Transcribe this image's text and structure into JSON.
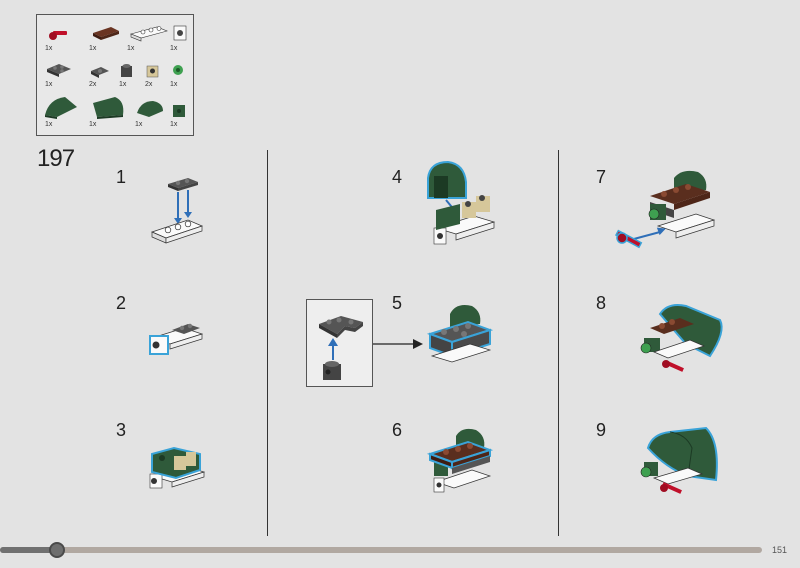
{
  "page": {
    "build_step": "197",
    "footer_page": "151"
  },
  "parts": [
    {
      "qty": "1x",
      "icon": "red-lever-icon"
    },
    {
      "qty": "1x",
      "icon": "brown-plate-icon"
    },
    {
      "qty": "1x",
      "icon": "white-plate-icon"
    },
    {
      "qty": "1x",
      "icon": "white-brick-icon"
    },
    {
      "qty": "1x",
      "icon": "dark-grey-corner-plate-icon"
    },
    {
      "qty": "2x",
      "icon": "dark-grey-jumper-icon"
    },
    {
      "qty": "1x",
      "icon": "dark-grey-brick-icon"
    },
    {
      "qty": "2x",
      "icon": "tan-brick-icon"
    },
    {
      "qty": "1x",
      "icon": "green-round-icon"
    },
    {
      "qty": "1x",
      "icon": "green-wedge-left-icon"
    },
    {
      "qty": "1x",
      "icon": "green-wedge-right-icon"
    },
    {
      "qty": "1x",
      "icon": "green-slope-icon"
    },
    {
      "qty": "1x",
      "icon": "green-brick-icon"
    }
  ],
  "steps": [
    {
      "n": "1"
    },
    {
      "n": "2"
    },
    {
      "n": "3"
    },
    {
      "n": "4"
    },
    {
      "n": "5"
    },
    {
      "n": "6"
    },
    {
      "n": "7"
    },
    {
      "n": "8"
    },
    {
      "n": "9"
    }
  ],
  "colors": {
    "dark_green": "#2f5a3a",
    "highlight_blue": "#3aa3d8",
    "brown": "#5a2e1e",
    "tan": "#d6c79a",
    "dark_grey": "#4a4a4a",
    "red": "#c0102a",
    "arrow_blue": "#2f6fb8"
  }
}
